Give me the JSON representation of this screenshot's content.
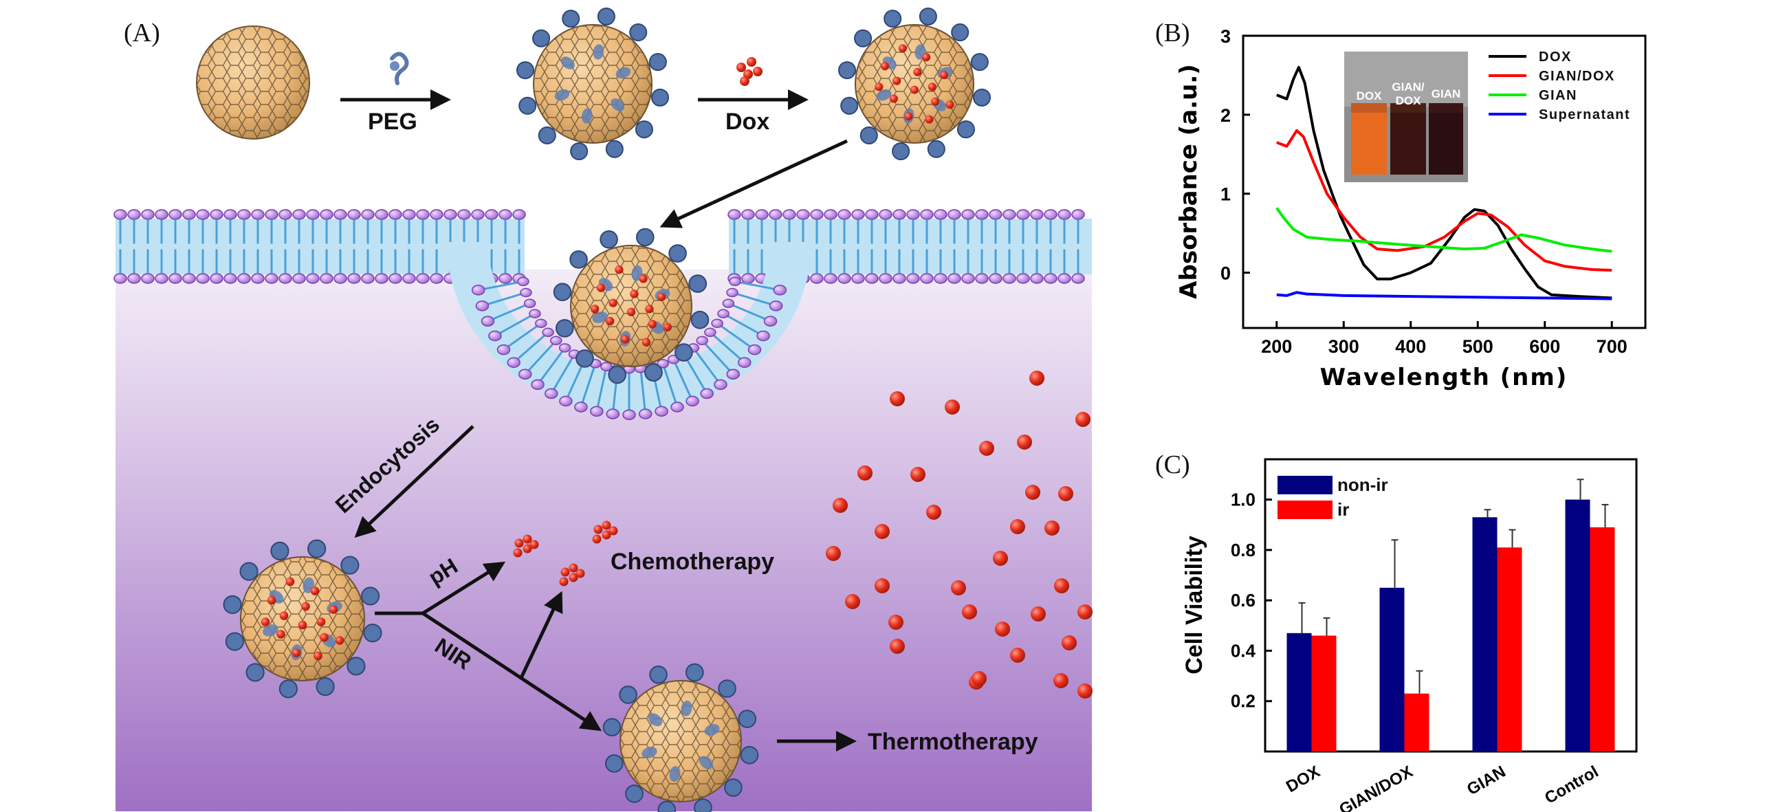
{
  "panel_a": {
    "letter": "(A)",
    "step_labels": {
      "peg": "PEG",
      "dox": "Dox"
    },
    "process_labels": {
      "endocytosis": "Endocytosis",
      "ph": "pH",
      "nir": "NIR",
      "chemotherapy": "Chemotherapy",
      "thermotherapy": "Thermotherapy"
    }
  },
  "panel_b": {
    "letter": "(B)",
    "inset_labels": {
      "dox": "DOX",
      "gian_dox": [
        "GIAN/",
        "DOX"
      ],
      "gian": "GIAN"
    },
    "chart_data": {
      "type": "line",
      "xlabel": "Wavelength (nm)",
      "ylabel": "Absorbance (a.u.)",
      "xlim": [
        150,
        750
      ],
      "ylim": [
        -0.7,
        3
      ],
      "xticks": [
        200,
        300,
        400,
        500,
        600,
        700
      ],
      "yticks": [
        0,
        1,
        2,
        3
      ],
      "legend_position": "top-right",
      "series": [
        {
          "name": "DOX",
          "color": "#000000",
          "points": [
            [
              200,
              2.25
            ],
            [
              215,
              2.2
            ],
            [
              225,
              2.45
            ],
            [
              233,
              2.6
            ],
            [
              242,
              2.4
            ],
            [
              255,
              1.8
            ],
            [
              270,
              1.3
            ],
            [
              285,
              0.95
            ],
            [
              295,
              0.72
            ],
            [
              310,
              0.45
            ],
            [
              330,
              0.1
            ],
            [
              350,
              -0.08
            ],
            [
              370,
              -0.08
            ],
            [
              400,
              0.0
            ],
            [
              430,
              0.12
            ],
            [
              460,
              0.45
            ],
            [
              480,
              0.7
            ],
            [
              495,
              0.8
            ],
            [
              510,
              0.78
            ],
            [
              530,
              0.6
            ],
            [
              550,
              0.3
            ],
            [
              570,
              0.05
            ],
            [
              590,
              -0.18
            ],
            [
              610,
              -0.28
            ],
            [
              650,
              -0.3
            ],
            [
              700,
              -0.32
            ]
          ]
        },
        {
          "name": "GIAN/DOX",
          "color": "#ff0000",
          "points": [
            [
              200,
              1.65
            ],
            [
              215,
              1.6
            ],
            [
              230,
              1.8
            ],
            [
              240,
              1.72
            ],
            [
              255,
              1.4
            ],
            [
              275,
              1.0
            ],
            [
              300,
              0.7
            ],
            [
              325,
              0.45
            ],
            [
              350,
              0.3
            ],
            [
              380,
              0.28
            ],
            [
              420,
              0.33
            ],
            [
              450,
              0.45
            ],
            [
              480,
              0.65
            ],
            [
              500,
              0.75
            ],
            [
              520,
              0.73
            ],
            [
              545,
              0.58
            ],
            [
              570,
              0.35
            ],
            [
              600,
              0.15
            ],
            [
              630,
              0.08
            ],
            [
              670,
              0.04
            ],
            [
              700,
              0.03
            ]
          ]
        },
        {
          "name": "GIAN",
          "color": "#00ee00",
          "points": [
            [
              200,
              0.82
            ],
            [
              210,
              0.7
            ],
            [
              225,
              0.55
            ],
            [
              245,
              0.45
            ],
            [
              280,
              0.42
            ],
            [
              320,
              0.4
            ],
            [
              380,
              0.36
            ],
            [
              430,
              0.33
            ],
            [
              480,
              0.3
            ],
            [
              510,
              0.31
            ],
            [
              540,
              0.4
            ],
            [
              565,
              0.48
            ],
            [
              590,
              0.44
            ],
            [
              630,
              0.35
            ],
            [
              670,
              0.3
            ],
            [
              700,
              0.27
            ]
          ]
        },
        {
          "name": "Supernatant",
          "color": "#0000ff",
          "points": [
            [
              200,
              -0.28
            ],
            [
              215,
              -0.29
            ],
            [
              230,
              -0.25
            ],
            [
              245,
              -0.27
            ],
            [
              300,
              -0.29
            ],
            [
              400,
              -0.3
            ],
            [
              500,
              -0.31
            ],
            [
              600,
              -0.32
            ],
            [
              700,
              -0.33
            ]
          ]
        }
      ]
    }
  },
  "panel_c": {
    "letter": "(C)",
    "chart_data": {
      "type": "bar",
      "ylabel": "Cell Viability",
      "categories": [
        "DOX",
        "GIAN/DOX",
        "GIAN",
        "Control"
      ],
      "ylim": [
        0.0,
        1.16
      ],
      "yticks": [
        0.2,
        0.4,
        0.6,
        0.8,
        1.0
      ],
      "legend_position": "top-left",
      "series": [
        {
          "name": "non-ir",
          "color": "#000080",
          "values": [
            0.47,
            0.65,
            0.93,
            1.0
          ],
          "errors": [
            0.12,
            0.19,
            0.03,
            0.08
          ]
        },
        {
          "name": "ir",
          "color": "#ff0000",
          "values": [
            0.46,
            0.23,
            0.81,
            0.89
          ],
          "errors": [
            0.07,
            0.09,
            0.07,
            0.09
          ]
        }
      ]
    }
  }
}
